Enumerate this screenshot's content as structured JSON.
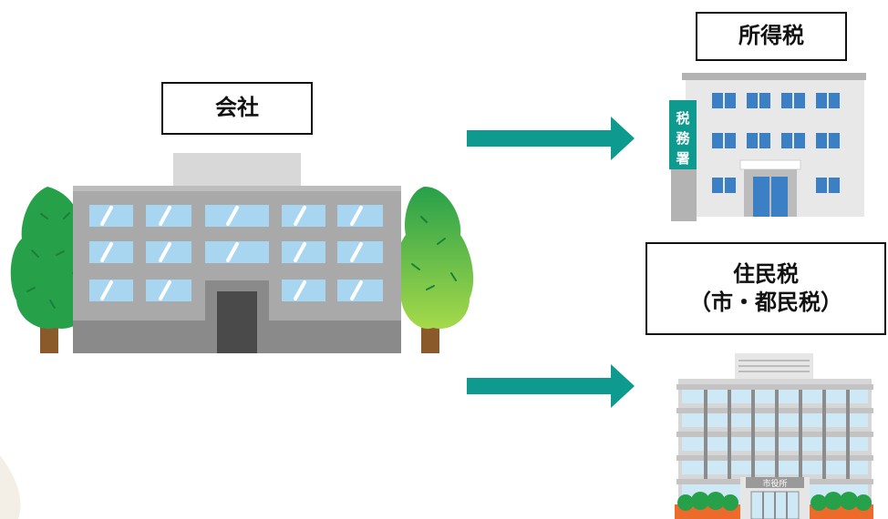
{
  "company": {
    "label": "会社"
  },
  "income_tax": {
    "label": "所得税",
    "building_sign": [
      "税",
      "務",
      "署"
    ]
  },
  "resident_tax": {
    "label_line1": "住民税",
    "label_line2": "（市・都民税）",
    "building_sign": "市役所"
  },
  "colors": {
    "arrow": "#0e9a8f",
    "tree_dark": "#27a04a",
    "tree_light": "#8fd14b",
    "trunk": "#8b5a2b",
    "building_gray": "#a9a9a9",
    "window_blue": "#a8d6f0",
    "tax_sign_green": "#0e9a8f",
    "flower_orange": "#ee6a2b"
  }
}
